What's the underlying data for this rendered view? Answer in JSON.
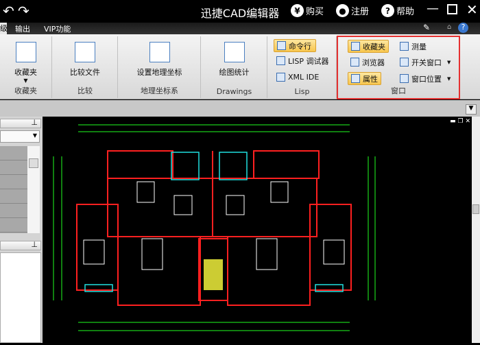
{
  "title": "迅捷CAD编辑器",
  "titlebar": {
    "buy": "购买",
    "register": "注册",
    "help": "帮助",
    "buy_icon": "yen-icon",
    "register_icon": "user-icon",
    "help_icon": "question-icon"
  },
  "tabs": [
    "级",
    "输出",
    "VIP功能"
  ],
  "ribbon": {
    "favorites": {
      "button": "收藏夹",
      "label": "收藏夹"
    },
    "compare": {
      "button": "比较文件",
      "label": "比较"
    },
    "geo": {
      "button": "设置地理坐标",
      "label": "地理坐标系"
    },
    "drawings": {
      "button": "绘图统计",
      "label": "Drawings"
    },
    "lisp": {
      "items": [
        "命令行",
        "LISP 调试器",
        "XML IDE"
      ],
      "label": "Lisp"
    },
    "window": {
      "items": [
        "收藏夹",
        "测量",
        "浏览器",
        "开关窗口",
        "属性",
        "窗口位置"
      ],
      "label": "窗口"
    }
  },
  "colors": {
    "highlight_border": "#e53030",
    "wall": "#ff2020",
    "dimension": "#20ff20",
    "accent": "#f8c64e"
  }
}
